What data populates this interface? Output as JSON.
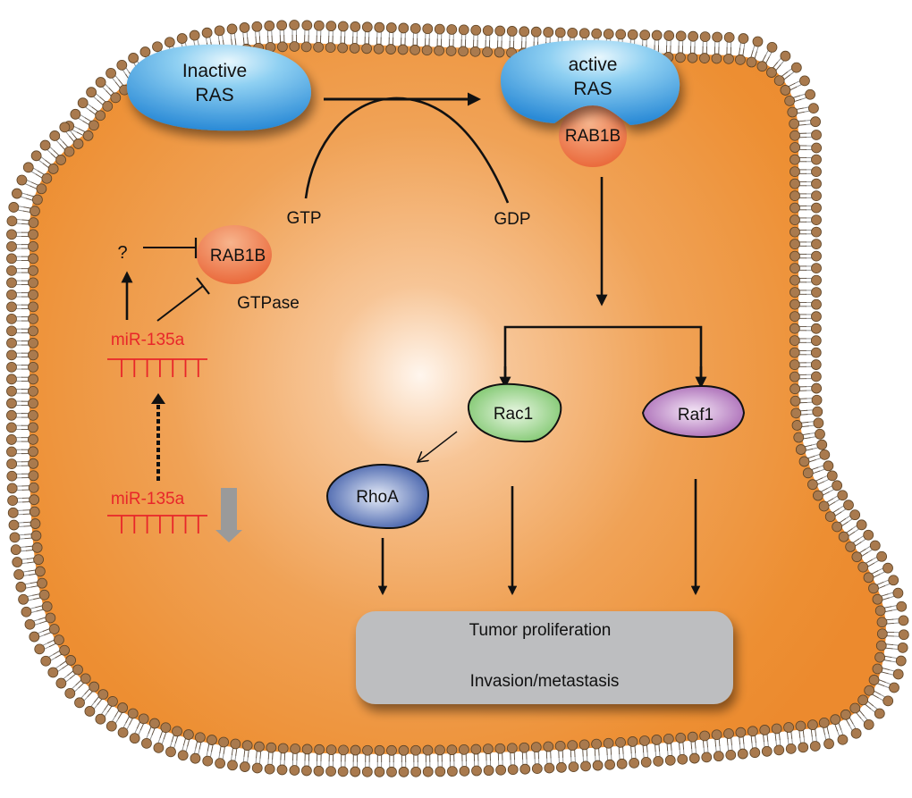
{
  "figure": {
    "title": "miR-135a / RAB1B / RAS signaling pathway schematic",
    "colors": {
      "cytoplasm": "#ee8e33",
      "cytoplasm_glow": "#fff4ea",
      "lipid_head": "#a97a4e",
      "lipid_tail": "#888888",
      "ras": "#3d9fe0",
      "rab1b": "#ef7a48",
      "rac1": "#7cc76a",
      "raf1": "#a866b3",
      "rhoa": "#3b5aa8",
      "outcome_box": "#bdbec0",
      "mirna": "#e8262a",
      "down_arrow": "#9a9a9a"
    }
  },
  "nodes": {
    "inactive_ras": {
      "line1": "Inactive",
      "line2": "RAS"
    },
    "active_ras": {
      "line1": "active",
      "line2": "RAS"
    },
    "rab1b_bound": {
      "label": "RAB1B"
    },
    "rab1b_free": {
      "label": "RAB1B"
    },
    "gtpase": {
      "label": "GTPase"
    },
    "gtp": {
      "label": "GTP"
    },
    "gdp": {
      "label": "GDP"
    },
    "unknown": {
      "label": "?"
    },
    "mir_upper": {
      "label": "miR-135a"
    },
    "mir_lower": {
      "label": "miR-135a"
    },
    "rac1": {
      "label": "Rac1"
    },
    "raf1": {
      "label": "Raf1"
    },
    "rhoa": {
      "label": "RhoA"
    },
    "outcome": {
      "line1": "Tumor proliferation",
      "line2": "Invasion/metastasis"
    }
  },
  "edges": [
    {
      "from": "inactive_ras",
      "to": "active_ras",
      "type": "activation"
    },
    {
      "from": "gtp",
      "to": "gdp",
      "type": "exchange-arc"
    },
    {
      "from": "active_ras",
      "to": "branch",
      "type": "activation"
    },
    {
      "from": "branch",
      "to": "rac1",
      "type": "activation"
    },
    {
      "from": "branch",
      "to": "raf1",
      "type": "activation"
    },
    {
      "from": "rac1",
      "to": "rhoa",
      "type": "open-arrow"
    },
    {
      "from": "rhoa",
      "to": "outcome",
      "type": "activation"
    },
    {
      "from": "rac1",
      "to": "outcome",
      "type": "activation"
    },
    {
      "from": "raf1",
      "to": "outcome",
      "type": "activation"
    },
    {
      "from": "unknown",
      "to": "rab1b_free",
      "type": "inhibition"
    },
    {
      "from": "mir_upper",
      "to": "rab1b_free",
      "type": "inhibition"
    },
    {
      "from": "mir_upper",
      "to": "unknown",
      "type": "activation"
    },
    {
      "from": "mir_lower",
      "to": "mir_upper",
      "type": "dashed-activation"
    }
  ],
  "indicators": {
    "mir_lower_trend": "down"
  }
}
